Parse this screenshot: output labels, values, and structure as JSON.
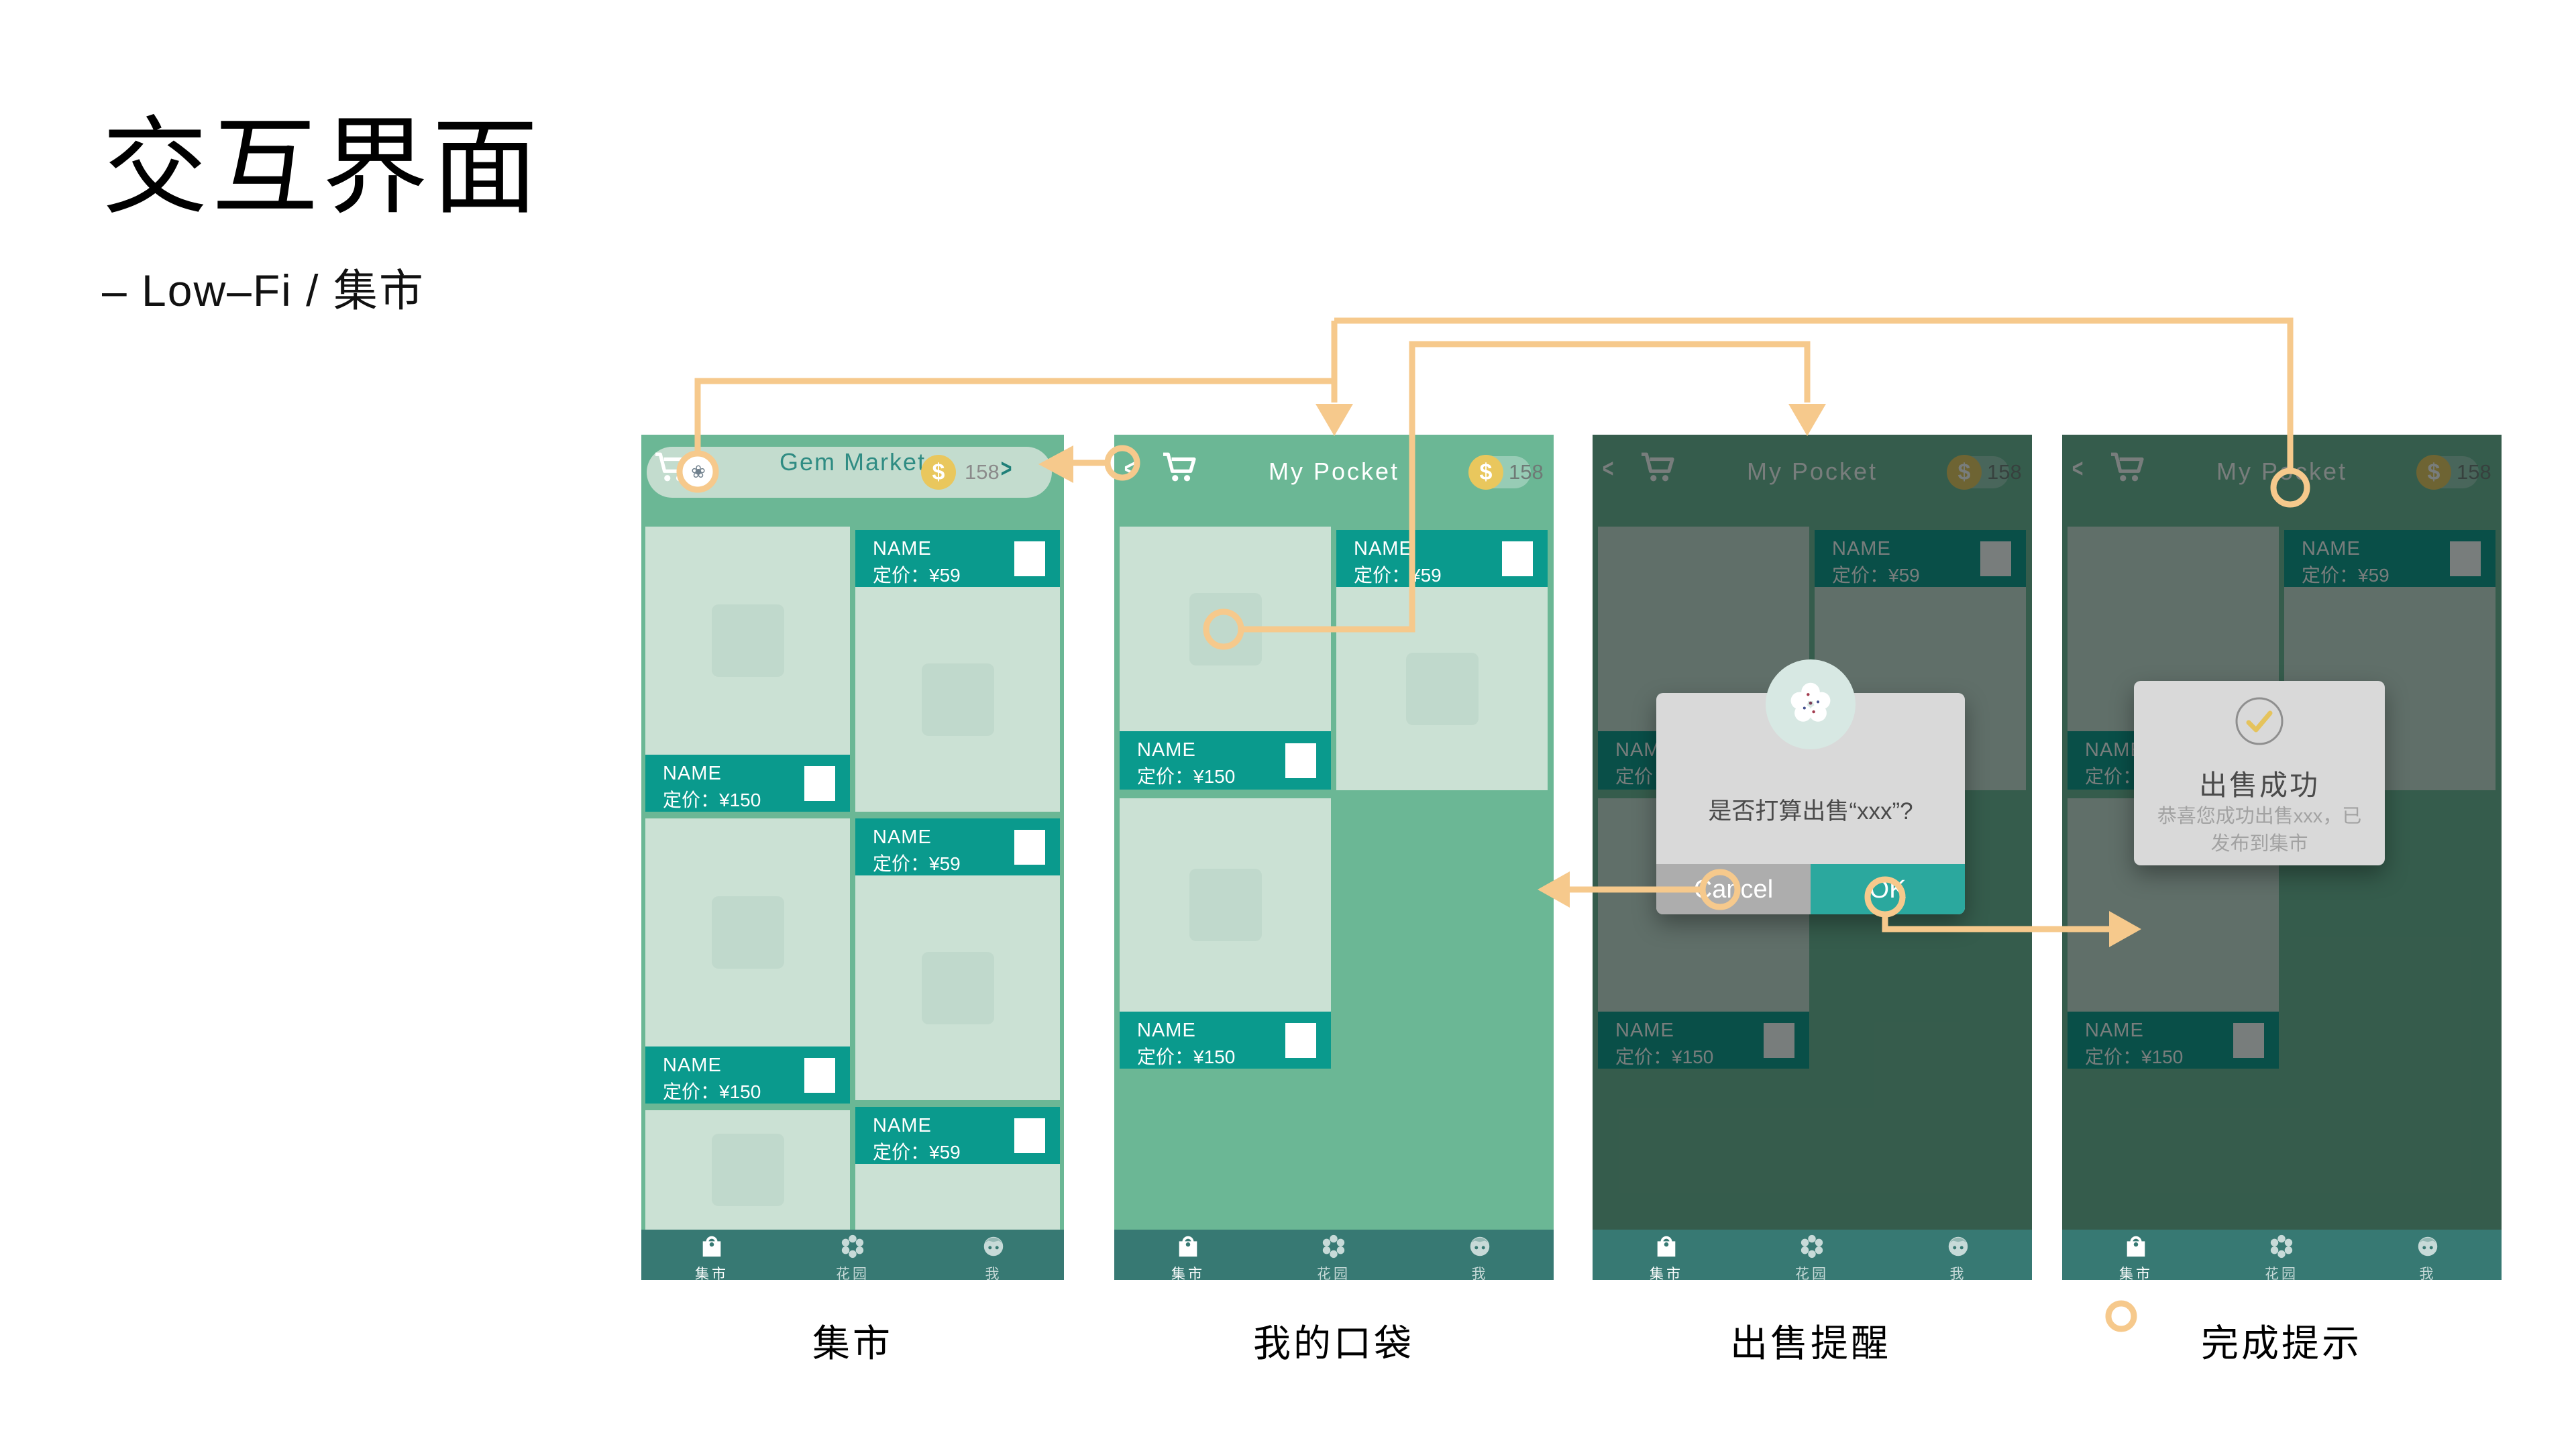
{
  "page": {
    "title": "交互界面",
    "subtitle": "– Low–Fi / 集市"
  },
  "strings": {
    "name": "NAME",
    "price_59": "定价：¥59",
    "price_150": "定价：¥150",
    "coin_symbol": "$",
    "balance": "158",
    "forward_chevron": ">",
    "back_chevron": "<"
  },
  "nav": {
    "items": [
      {
        "label": "集市"
      },
      {
        "label": "花园"
      },
      {
        "label": "我"
      }
    ]
  },
  "screens": {
    "market": {
      "caption": "集市",
      "title": "Gem Market"
    },
    "pocket": {
      "caption": "我的口袋",
      "title": "My Pocket"
    },
    "sell_confirm": {
      "caption": "出售提醒",
      "title": "My Pocket",
      "dialog": {
        "message": "是否打算出售“xxx”?",
        "cancel_label": "Cancel",
        "ok_label": "OK"
      }
    },
    "sell_done": {
      "caption": "完成提示",
      "title": "My Pocket",
      "dialog": {
        "title": "出售成功",
        "body": "恭喜您成功出售xxx，已发布到集市"
      }
    }
  },
  "colors": {
    "phone_green": "#6BB795",
    "header_pill": "#C3DCCE",
    "card_light": "#CBE1D4",
    "label_teal": "#0A9A8D",
    "nav_teal": "#377973",
    "coin_gold": "#E9C75D",
    "connector_orange": "#F6C98C",
    "ok_teal": "#2BA89E",
    "cancel_gray": "#ADADAD",
    "check_gold": "#E5C35C"
  }
}
